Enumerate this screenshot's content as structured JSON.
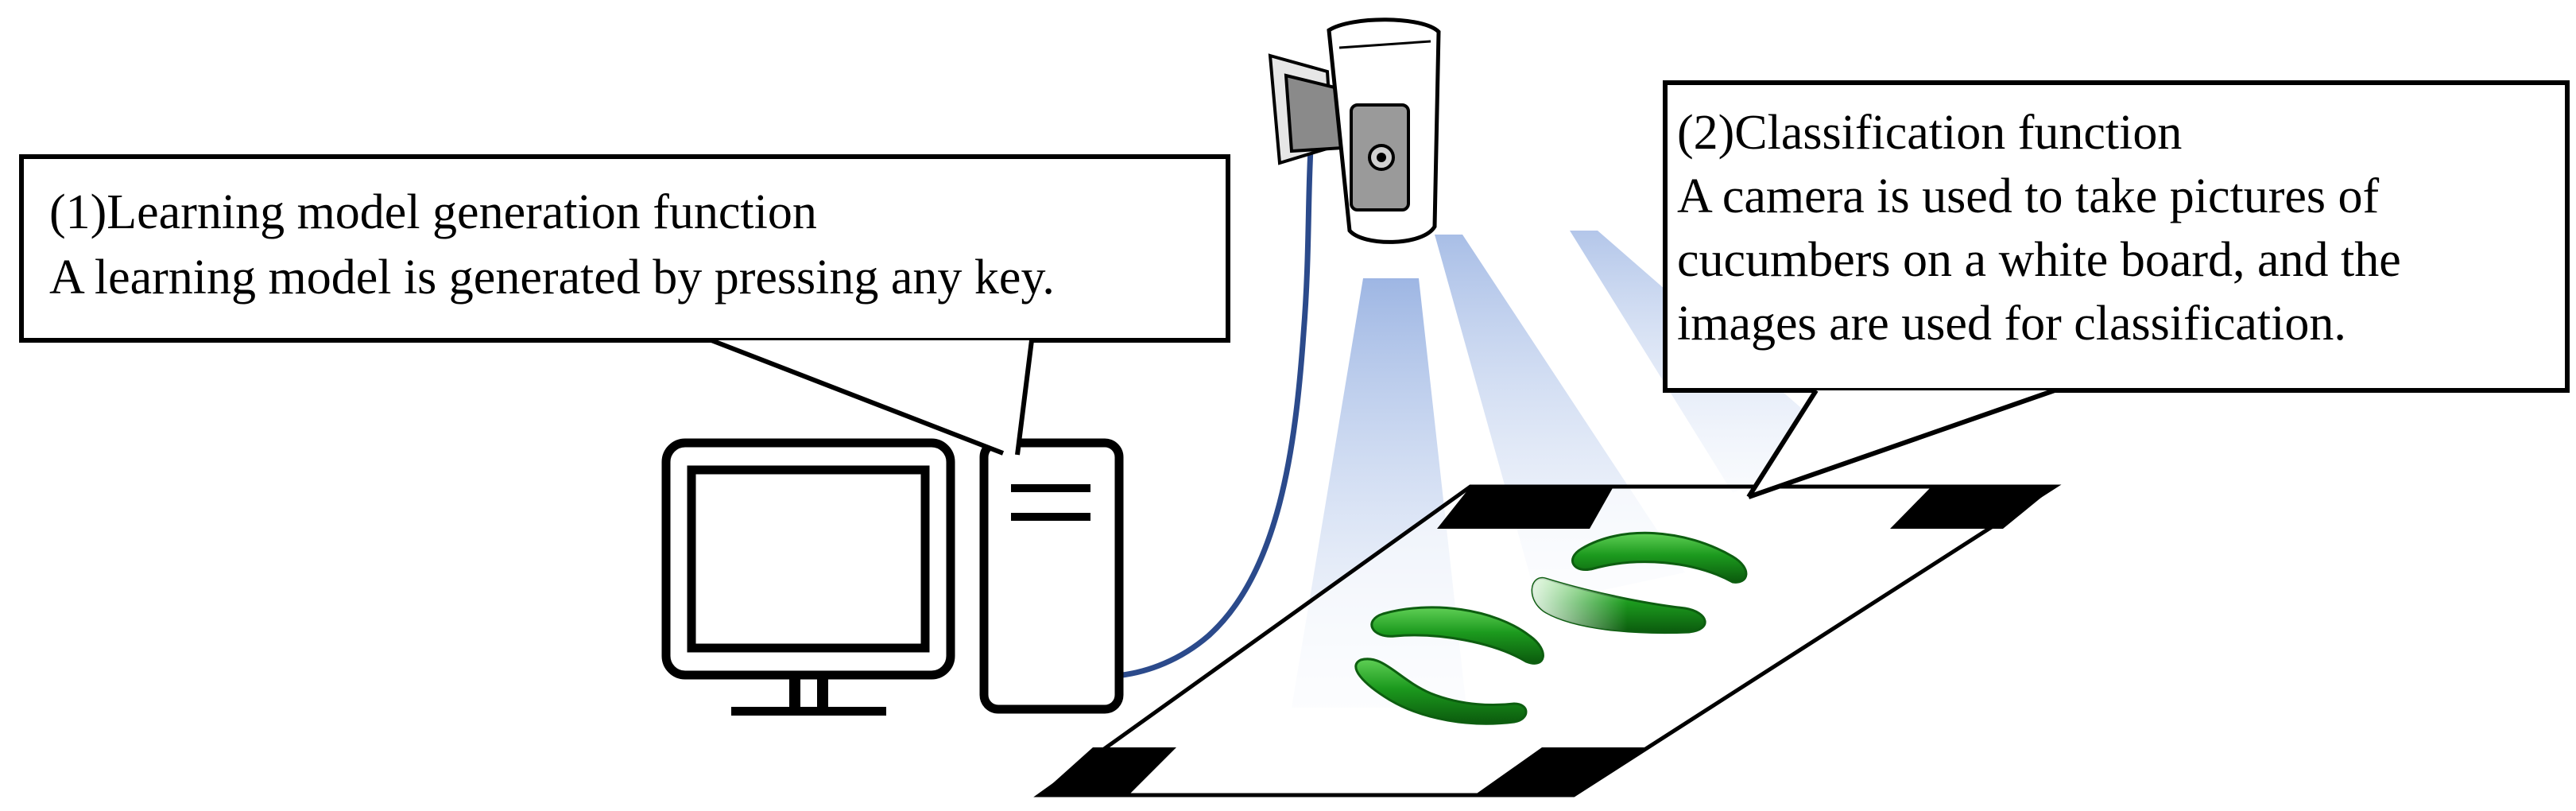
{
  "callout_learning": {
    "title": "(1)Learning model generation function",
    "body": "A learning model is generated by pressing any key."
  },
  "callout_classification": {
    "title": "(2)Classification function",
    "body_lines": [
      "A camera is used to take pictures of",
      "cucumbers on a white board, and the",
      "images are used for classification."
    ]
  },
  "colors": {
    "outline": "#000000",
    "cable": "#2b4a8b",
    "light_beam": "#7f9fd8",
    "cucumber": "#1f8f1f",
    "cucumber_dark": "#0d5e10",
    "camera_gray": "#8a8a8a"
  }
}
